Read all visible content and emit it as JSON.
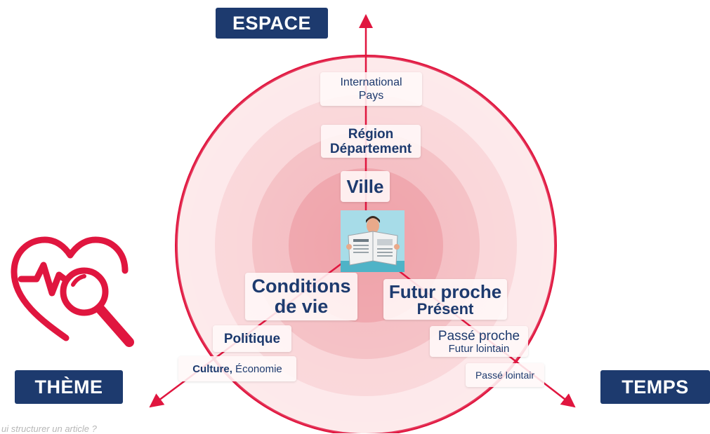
{
  "axes": {
    "space": "ESPACE",
    "theme": "THÈME",
    "time": "TEMPS"
  },
  "space_levels": {
    "level3_line1": "International",
    "level3_line2": "Pays",
    "level2_line1": "Région",
    "level2_line2": "Département",
    "level1": "Ville"
  },
  "theme_levels": {
    "level1_line1": "Conditions",
    "level1_line2": "de vie",
    "level2": "Politique",
    "level3_bold": "Culture,",
    "level3_rest": " Économie"
  },
  "time_levels": {
    "level1_line1": "Futur proche",
    "level1_line2": "Présent",
    "level2_line1": "Passé proche",
    "level2_line2": "Futur lointain",
    "level3": "Passé lointair"
  },
  "caption": "ui structurer un article ?",
  "colors": {
    "accent": "#e0163f",
    "navy": "#1d3a6e",
    "ring_outer": "#fde6e8",
    "ring_mid": "#f9cfd3",
    "ring_inner": "#f4b4ba",
    "ring_core": "#ef9aa2",
    "center_bg": "#a7dce8"
  },
  "icons": {
    "center": "newspaper-reader-icon",
    "theme": "heart-magnifier-icon"
  }
}
